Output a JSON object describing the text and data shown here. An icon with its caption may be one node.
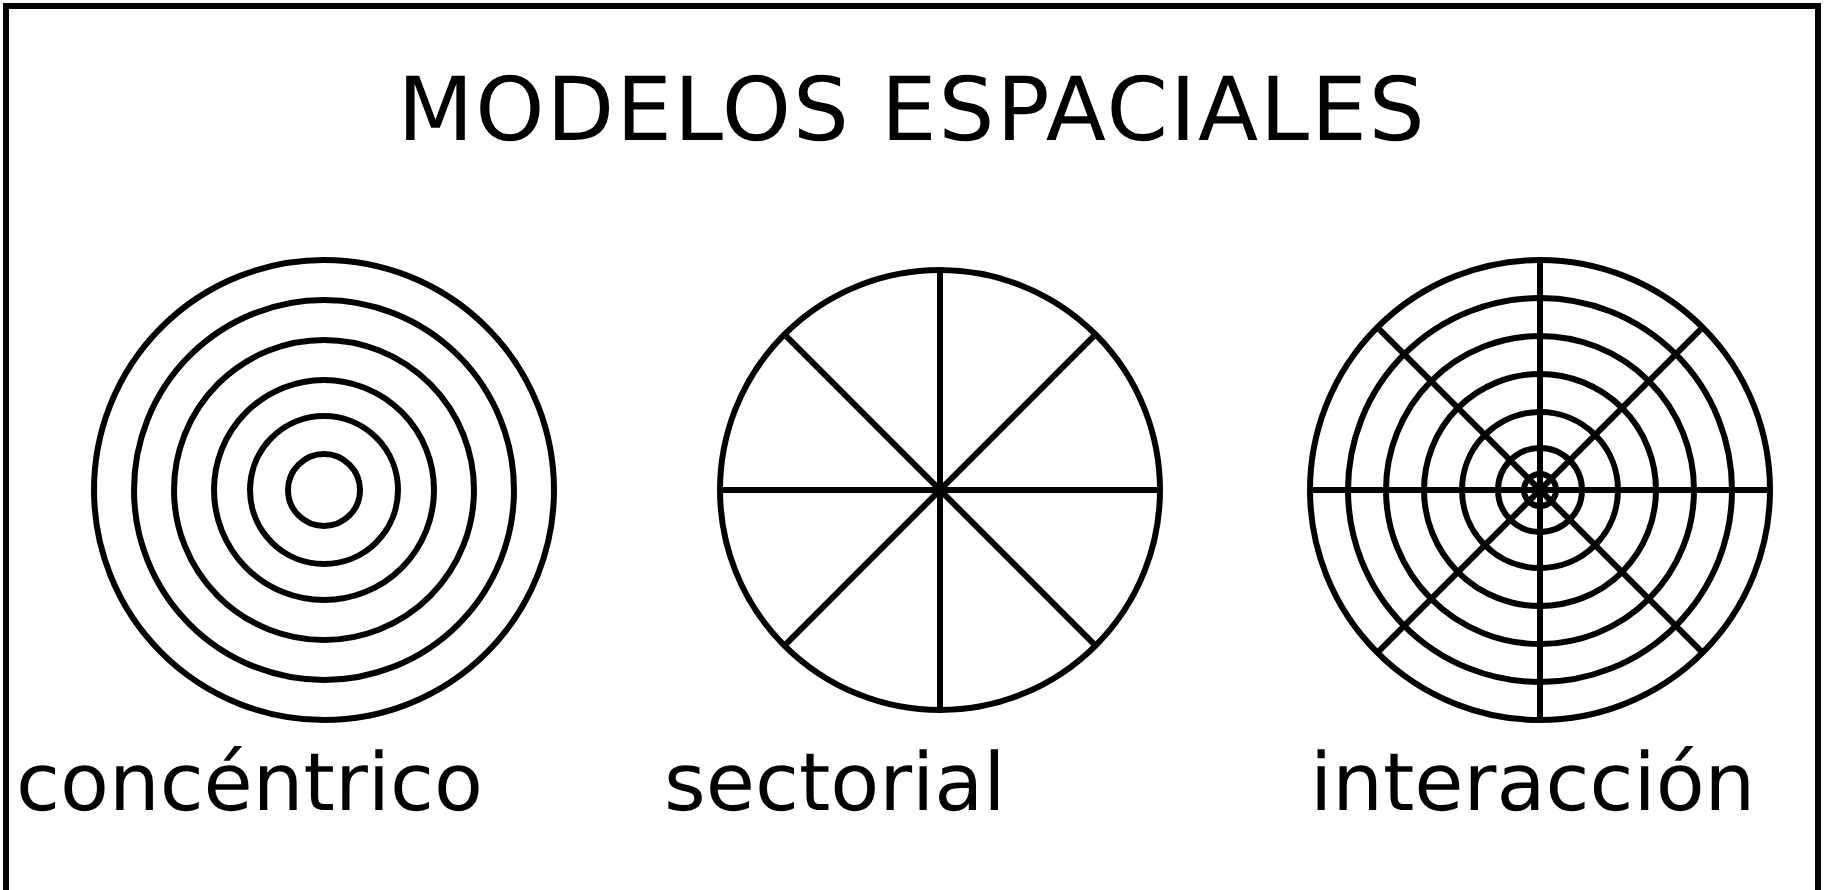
{
  "diagram": {
    "title": "MODELOS ESPACIALES",
    "nodes": [
      {
        "text": [
          "concéntrico"
        ]
      },
      {
        "text": [
          "sectorial"
        ]
      },
      {
        "text": [
          "interacción"
        ]
      }
    ]
  }
}
